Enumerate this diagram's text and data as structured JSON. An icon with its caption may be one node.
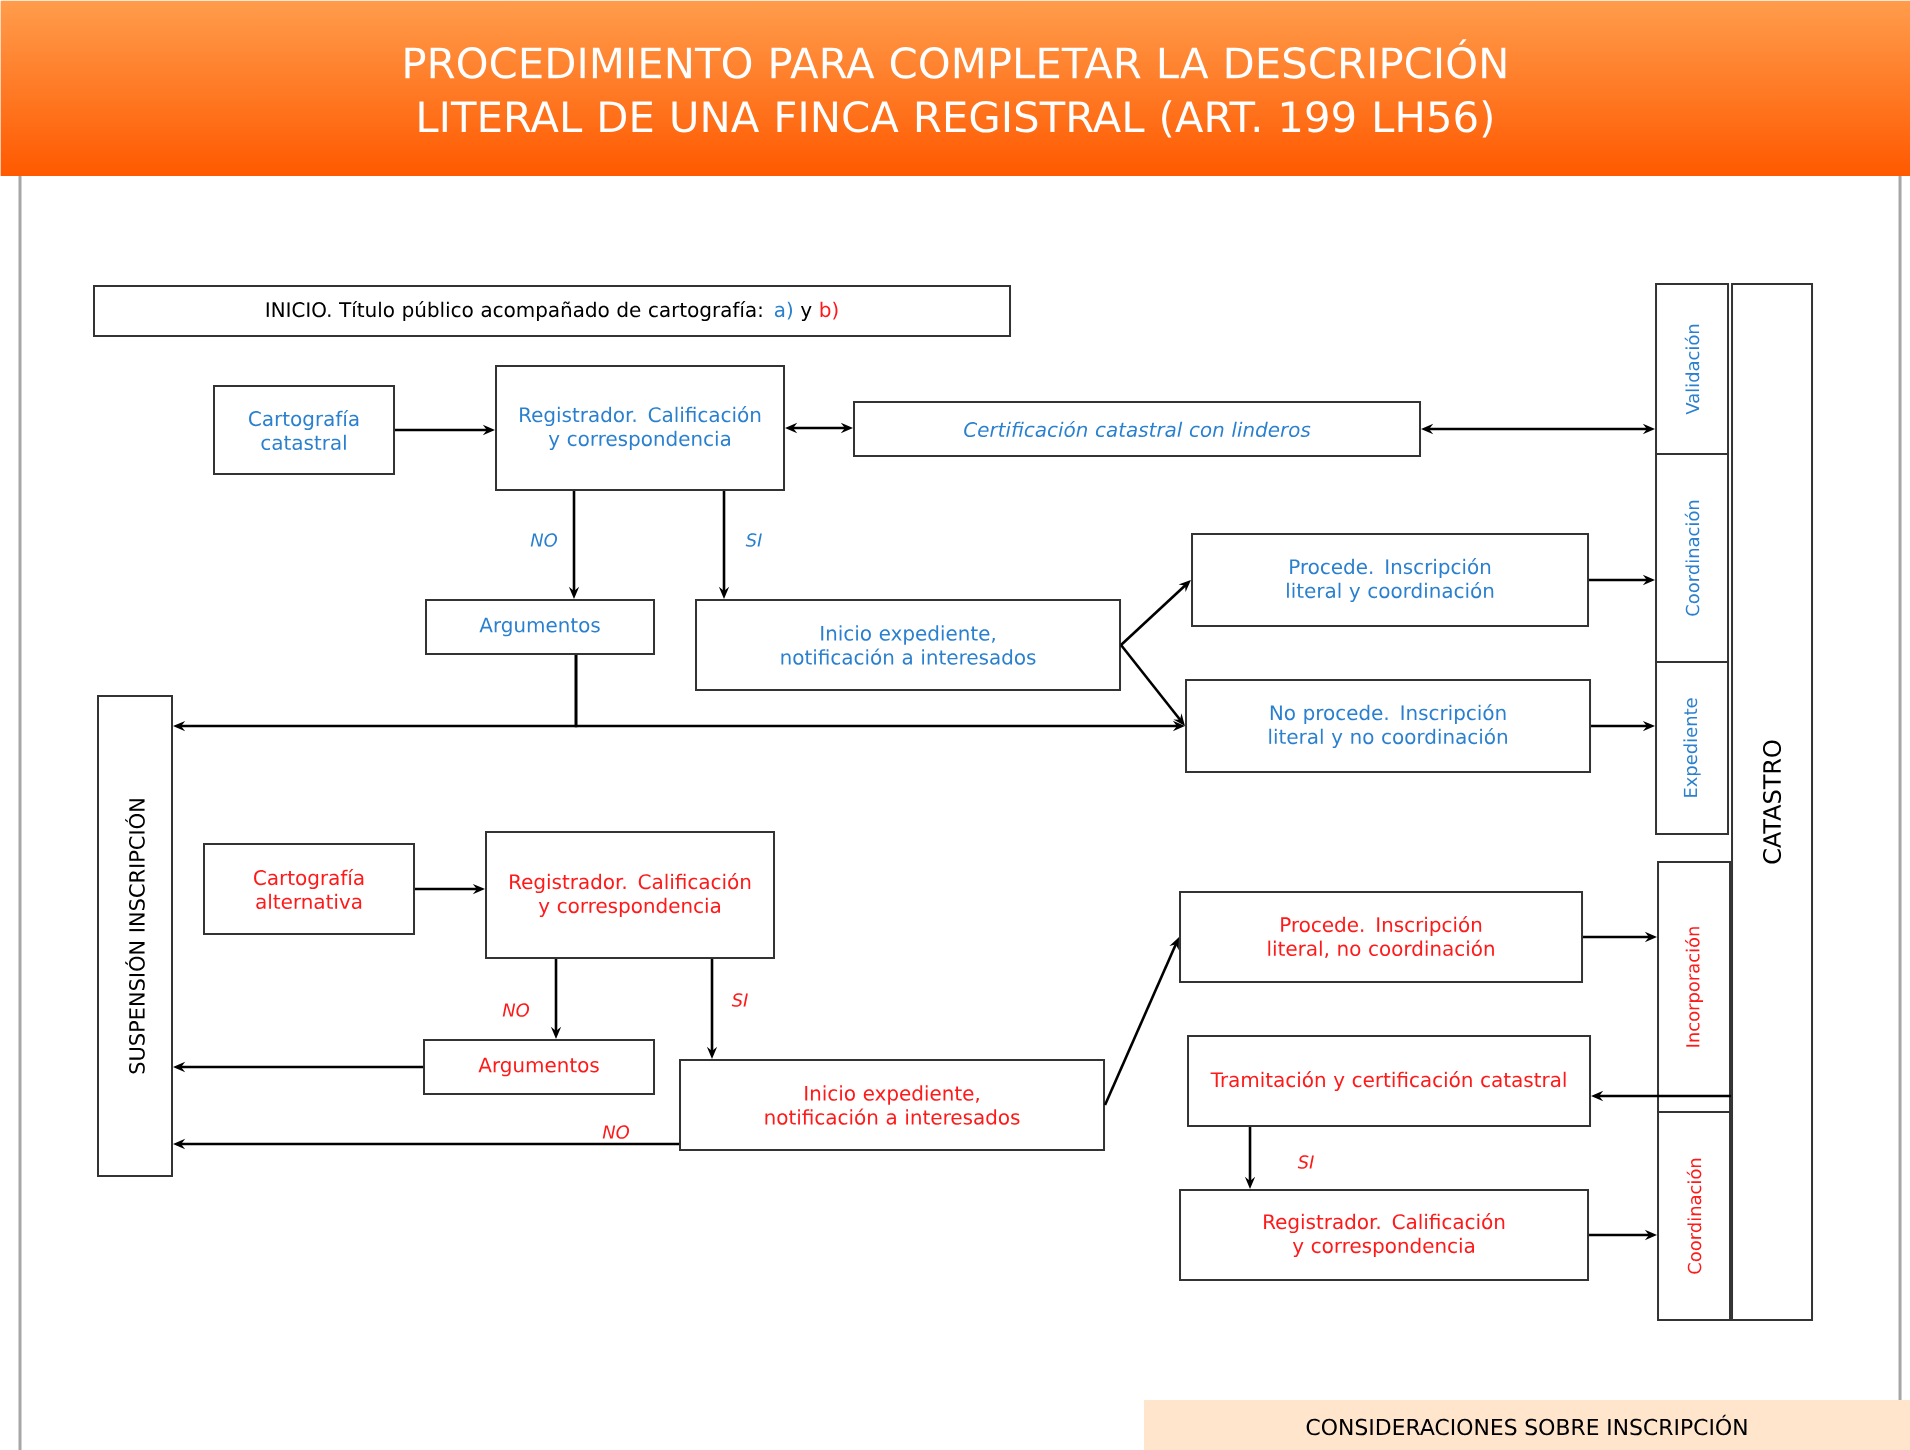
{
  "diagram": {
    "title": "PROCEDIMIENTO PARA COMPLETAR LA DESCRIPCIÓN LITERAL DE UNA FINCA REGISTRAL (ART. 199 LH56)",
    "nodes": [
      {
        "text": [
          "INICIO. Título público acompañado de cartografía:",
          "a)",
          "y",
          "b)"
        ]
      },
      {
        "text": [
          "Cartografía catastral"
        ]
      },
      {
        "text": [
          "Registrador. Calificación y correspondencia"
        ]
      },
      {
        "text": [
          "Certificación catastral con linderos"
        ]
      },
      {
        "text": [
          "Argumentos"
        ]
      },
      {
        "text": [
          "Inicio expediente, notificación a interesados"
        ]
      },
      {
        "text": [
          "Procede. Inscripción literal y coordinación"
        ]
      },
      {
        "text": [
          "No procede. Inscripción literal y no coordinación"
        ]
      },
      {
        "text": [
          "SUSPENSIÓN INSCRIPCIÓN"
        ]
      },
      {
        "text": [
          "Cartografía alternativa"
        ]
      },
      {
        "text": [
          "Registrador. Calificación y correspondencia"
        ]
      },
      {
        "text": [
          "Argumentos"
        ]
      },
      {
        "text": [
          "Inicio expediente, notificación a interesados"
        ]
      },
      {
        "text": [
          "Procede. Inscripción literal, no coordinación"
        ]
      },
      {
        "text": [
          "Tramitación y certificación catastral"
        ]
      },
      {
        "text": [
          "Registrador. Calificación y correspondencia"
        ]
      },
      {
        "text": [
          "CATASTRO"
        ]
      },
      {
        "text": [
          "Validación"
        ]
      },
      {
        "text": [
          "Coordinación"
        ]
      },
      {
        "text": [
          "Expediente"
        ]
      },
      {
        "text": [
          "Incorporación"
        ]
      },
      {
        "text": [
          "Coordinación"
        ]
      },
      {
        "text": [
          "CONSIDERACIONES SOBRE INSCRIPCIÓN"
        ]
      }
    ],
    "edges": [
      {
        "from": 1,
        "to": 2,
        "arrow": "to"
      },
      {
        "from": 2,
        "to": 3,
        "arrow": "both"
      },
      {
        "from": 3,
        "to": 17,
        "arrow": "both"
      },
      {
        "from": 2,
        "to": 4,
        "arrow": "to",
        "label": "NO"
      },
      {
        "from": 2,
        "to": 5,
        "arrow": "to",
        "label": "SI"
      },
      {
        "from": 5,
        "to": 6,
        "arrow": "to"
      },
      {
        "from": 5,
        "to": 7,
        "arrow": "to"
      },
      {
        "from": 6,
        "to": 18,
        "arrow": "to"
      },
      {
        "from": 7,
        "to": 19,
        "arrow": "to"
      },
      {
        "from": 4,
        "to": 8,
        "arrow": "to"
      },
      {
        "from": 4,
        "to": 7,
        "arrow": "to"
      },
      {
        "from": 9,
        "to": 10,
        "arrow": "to"
      },
      {
        "from": 10,
        "to": 11,
        "arrow": "to",
        "label": "NO"
      },
      {
        "from": 10,
        "to": 12,
        "arrow": "to",
        "label": "SI"
      },
      {
        "from": 11,
        "to": 8,
        "arrow": "to"
      },
      {
        "from": 12,
        "to": 8,
        "arrow": "to",
        "label": "NO"
      },
      {
        "from": 12,
        "to": 13,
        "arrow": "to"
      },
      {
        "from": 13,
        "to": 20,
        "arrow": "to"
      },
      {
        "from": 20,
        "to": 14,
        "arrow": "to"
      },
      {
        "from": 14,
        "to": 15,
        "arrow": "to",
        "label": "SI"
      },
      {
        "from": 15,
        "to": 21,
        "arrow": "to"
      }
    ]
  }
}
